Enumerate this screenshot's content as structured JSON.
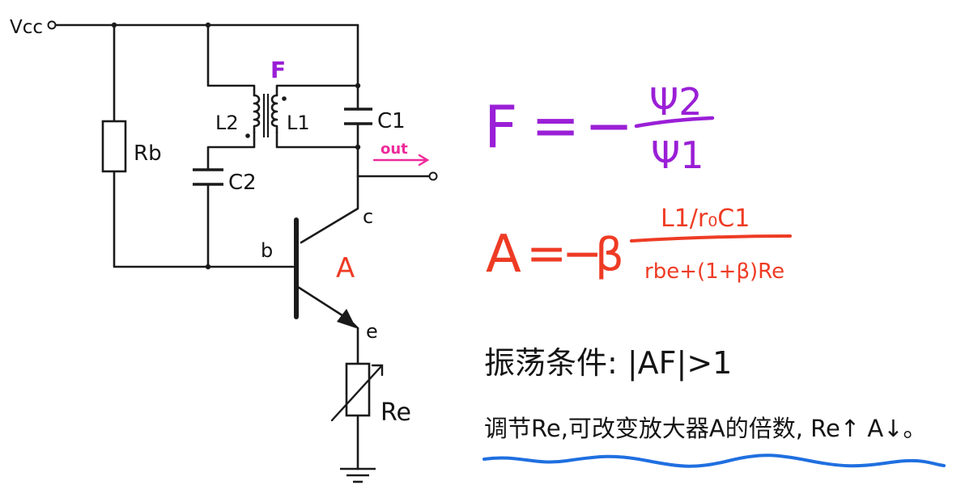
{
  "circuit": {
    "supply_label": "Vcc",
    "rb_label": "Rb",
    "l2_label": "L2",
    "l1_label": "L1",
    "feedback_label": "F",
    "c1_label": "C1",
    "c2_label": "C2",
    "out_label": "out",
    "collector_label": "c",
    "base_label": "b",
    "emitter_label": "e",
    "amp_label": "A",
    "re_label": "Re"
  },
  "formulas": {
    "f_lhs": "F",
    "f_equals": "=",
    "f_minus": "−",
    "f_numerator": "Ψ2",
    "f_denominator": "Ψ1",
    "a_lhs": "A",
    "a_equals": "=",
    "a_minus": "−",
    "a_beta": "β",
    "a_numerator": "L1/r₀C1",
    "a_denominator": "rbe+(1+β)Re"
  },
  "notes": {
    "condition": "振荡条件: |AF|>1",
    "adjust": "调节Re,可改变放大器A的倍数, Re↑ A↓。"
  },
  "colors": {
    "ink": "#1a1a1a",
    "feedback": "#9a1fd6",
    "amplifier": "#ee3b24",
    "output": "#ee2a9a",
    "underline": "#1f6fe0"
  }
}
